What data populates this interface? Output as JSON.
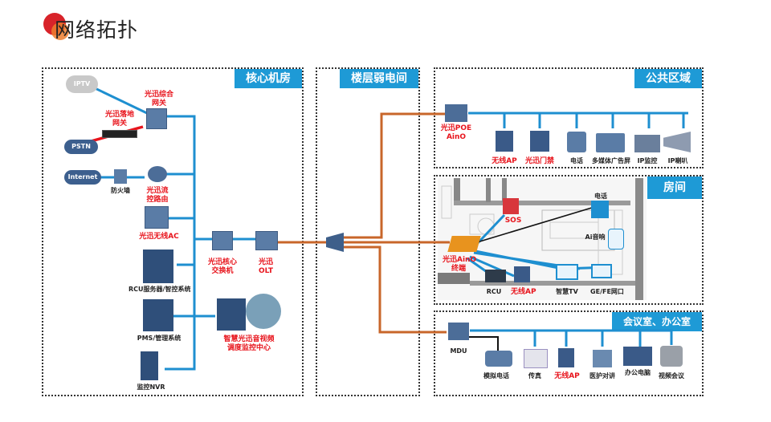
{
  "page": {
    "title": "网络拓扑"
  },
  "zones": {
    "core": {
      "label": "核心机房"
    },
    "floor": {
      "label": "楼层弱电间"
    },
    "public": {
      "label": "公共区域"
    },
    "room": {
      "label": "房间"
    },
    "meeting": {
      "label": "会议室、办公室"
    }
  },
  "core_devices": {
    "iptv": "IPTV",
    "pstn": "PSTN",
    "internet": "Internet",
    "gateway": "光迅综合\n网关",
    "landing_gateway": "光迅落地\n网关",
    "firewall": "防火墙",
    "flow_router": "光迅流\n控路由",
    "wireless_ac": "光迅无线AC",
    "rcu_server": "RCU服务器/智控系统",
    "pms": "PMS/管理系统",
    "nvr": "监控NVR",
    "core_switch": "光迅核心\n交换机",
    "olt": "光迅\nOLT",
    "monitor_center": "智慧光迅音视频\n调度监控中心"
  },
  "public_devices": {
    "poe": "光迅POE\nAinO",
    "items": [
      {
        "label": "无线AP",
        "red": true,
        "icon": "wireless-ap-icon"
      },
      {
        "label": "光迅门禁",
        "red": true,
        "icon": "access-control-icon"
      },
      {
        "label": "电话",
        "red": false,
        "icon": "phone-icon"
      },
      {
        "label": "多媒体广告屏",
        "red": false,
        "icon": "ad-screen-icon"
      },
      {
        "label": "IP监控",
        "red": false,
        "icon": "ip-camera-icon"
      },
      {
        "label": "IP喇叭",
        "red": false,
        "icon": "ip-speaker-icon"
      }
    ]
  },
  "room_devices": {
    "aino": "光迅AinO\n终端",
    "sos": "SOS",
    "phone": "电话",
    "speaker": "Ai音响",
    "rcu": "RCU",
    "ap": "无线AP",
    "tv": "智慧TV",
    "port": "GE/FE网口"
  },
  "meeting_devices": {
    "mdu": "MDU",
    "items": [
      {
        "label": "模拟电话",
        "red": false,
        "icon": "analog-phone-icon"
      },
      {
        "label": "传真",
        "red": false,
        "icon": "fax-icon"
      },
      {
        "label": "无线AP",
        "red": true,
        "icon": "wireless-ap-icon"
      },
      {
        "label": "医护对讲",
        "red": false,
        "icon": "intercom-icon"
      },
      {
        "label": "办公电脑",
        "red": false,
        "icon": "office-pc-icon"
      },
      {
        "label": "视频会议",
        "red": false,
        "icon": "video-conference-icon"
      }
    ]
  },
  "colors": {
    "lan": "#1e8fd0",
    "fiber": "#c8662a",
    "voice": "#e8141c",
    "accent": "#1e9ad6"
  }
}
